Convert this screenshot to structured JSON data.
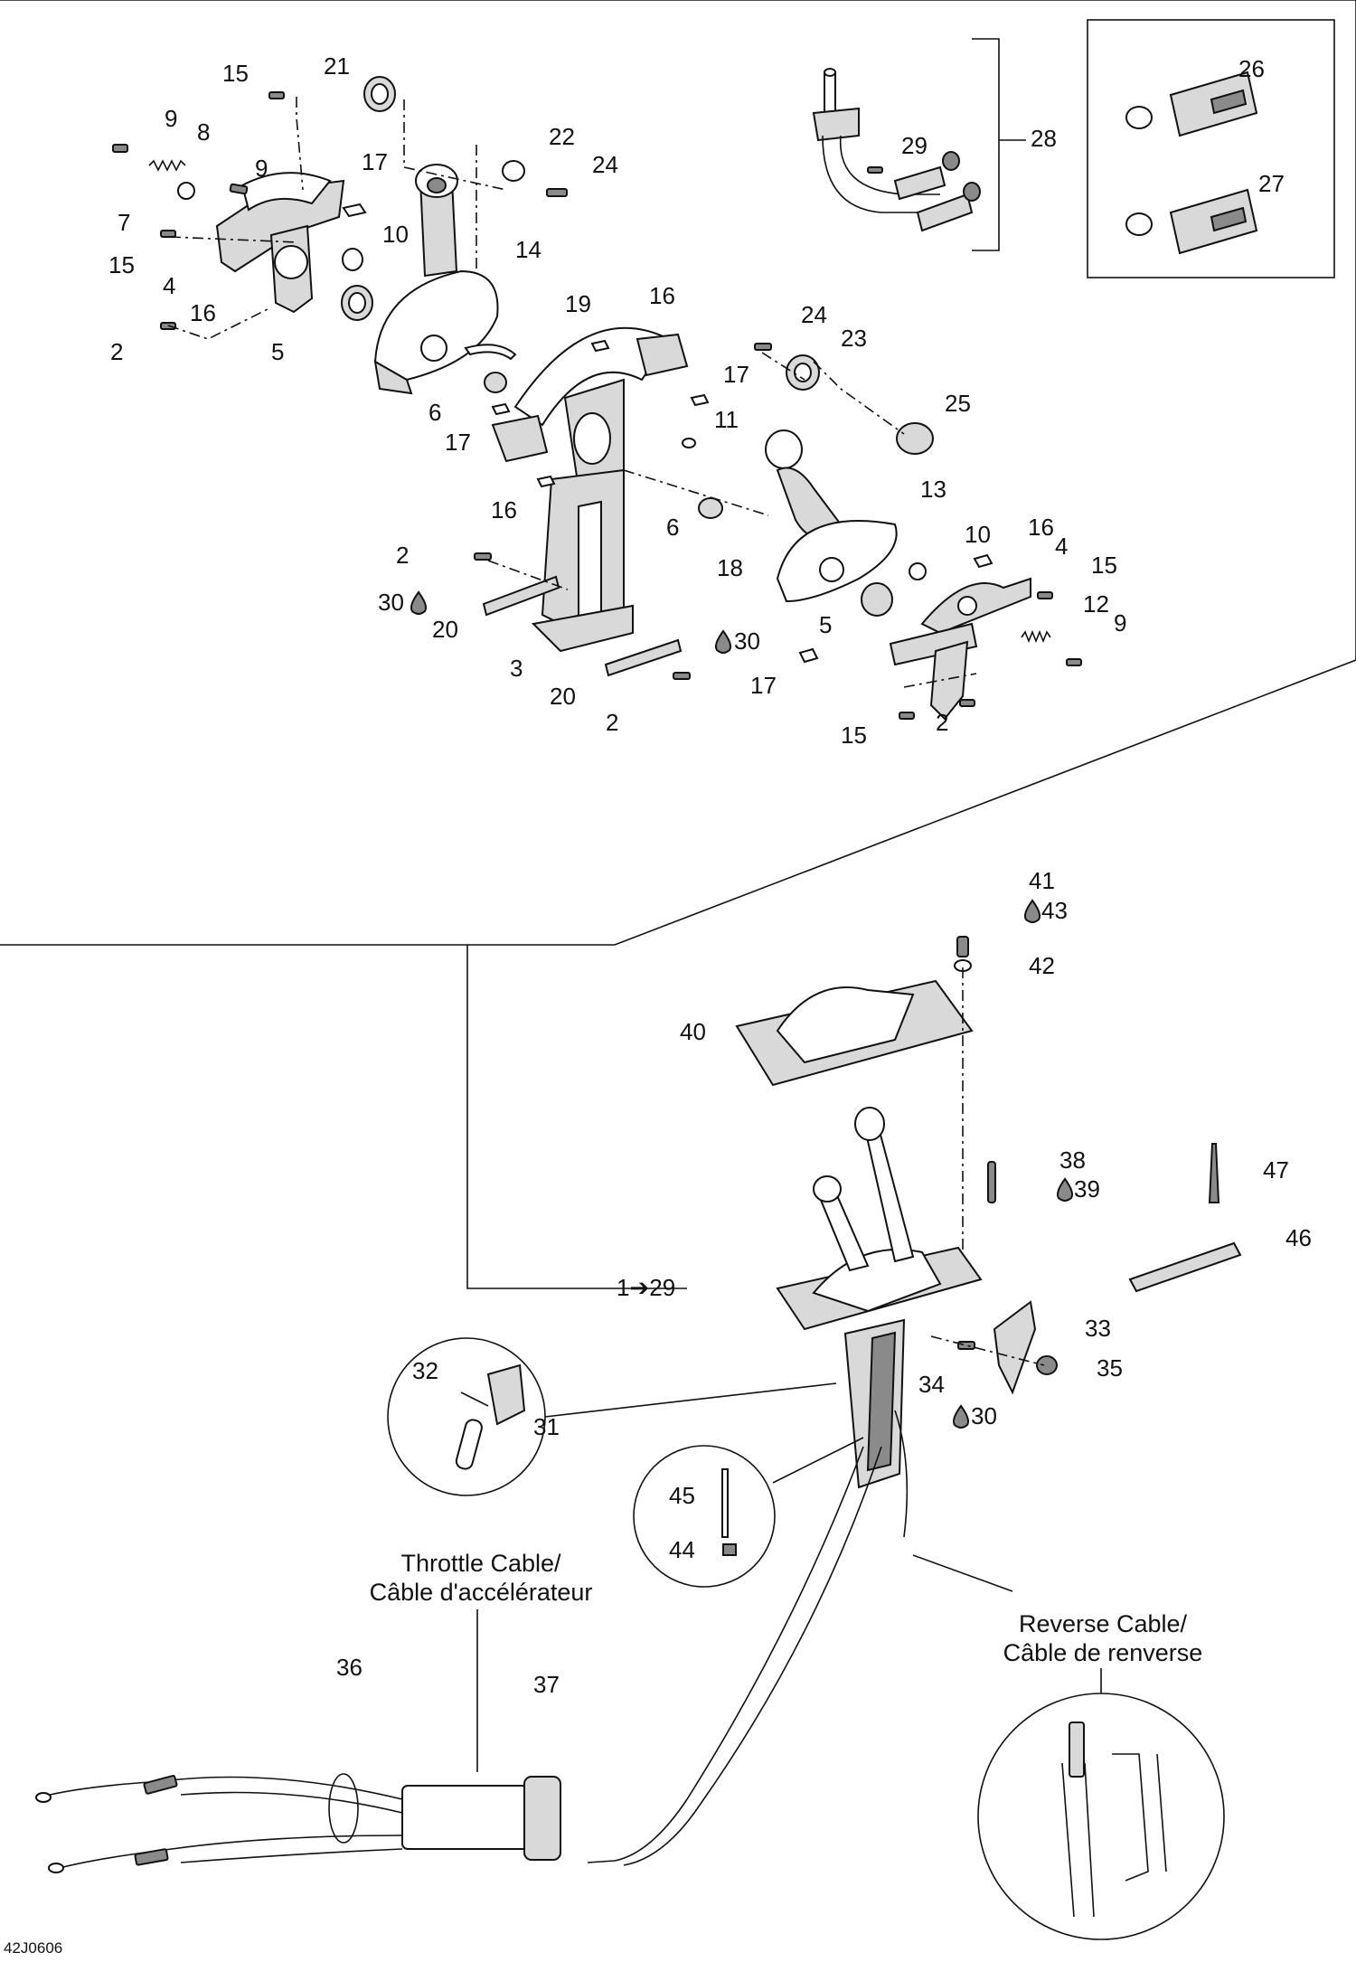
{
  "figure_code": "42J0606",
  "captions": {
    "throttle": [
      "Throttle Cable/",
      "Câble d'accélérateur"
    ],
    "reverse": [
      "Reverse Cable/",
      "Câble de renverse"
    ]
  },
  "callouts": [
    {
      "id": "c1",
      "text": "15"
    },
    {
      "id": "c2",
      "text": "21"
    },
    {
      "id": "c3",
      "text": "9"
    },
    {
      "id": "c4",
      "text": "8"
    },
    {
      "id": "c5",
      "text": "22"
    },
    {
      "id": "c6",
      "text": "24"
    },
    {
      "id": "c7",
      "text": "9"
    },
    {
      "id": "c8",
      "text": "17"
    },
    {
      "id": "c9",
      "text": "7"
    },
    {
      "id": "c10",
      "text": "10"
    },
    {
      "id": "c11",
      "text": "15"
    },
    {
      "id": "c12",
      "text": "14"
    },
    {
      "id": "c13",
      "text": "4"
    },
    {
      "id": "c14",
      "text": "16"
    },
    {
      "id": "c15",
      "text": "2"
    },
    {
      "id": "c16",
      "text": "5"
    },
    {
      "id": "c17",
      "text": "19"
    },
    {
      "id": "c18",
      "text": "16"
    },
    {
      "id": "c19",
      "text": "24"
    },
    {
      "id": "c20",
      "text": "23"
    },
    {
      "id": "c21",
      "text": "17"
    },
    {
      "id": "c22",
      "text": "6"
    },
    {
      "id": "c23",
      "text": "17"
    },
    {
      "id": "c24",
      "text": "11"
    },
    {
      "id": "c25",
      "text": "25"
    },
    {
      "id": "c26",
      "text": "16"
    },
    {
      "id": "c27",
      "text": "13"
    },
    {
      "id": "c28",
      "text": "6"
    },
    {
      "id": "c29",
      "text": "18"
    },
    {
      "id": "c30",
      "text": "10"
    },
    {
      "id": "c31",
      "text": "16"
    },
    {
      "id": "c32",
      "text": "4"
    },
    {
      "id": "c33",
      "text": "15"
    },
    {
      "id": "c34",
      "text": "2"
    },
    {
      "id": "c35",
      "text": "30"
    },
    {
      "id": "c36",
      "text": "20"
    },
    {
      "id": "c37",
      "text": "5"
    },
    {
      "id": "c38",
      "text": "12"
    },
    {
      "id": "c39",
      "text": "9"
    },
    {
      "id": "c40",
      "text": "3"
    },
    {
      "id": "c41",
      "text": "30"
    },
    {
      "id": "c42",
      "text": "20"
    },
    {
      "id": "c43",
      "text": "17"
    },
    {
      "id": "c44",
      "text": "2"
    },
    {
      "id": "c45",
      "text": "15"
    },
    {
      "id": "c46",
      "text": "2"
    },
    {
      "id": "c47",
      "text": "29"
    },
    {
      "id": "c48",
      "text": "28"
    },
    {
      "id": "c49",
      "text": "26"
    },
    {
      "id": "c50",
      "text": "27"
    },
    {
      "id": "c51",
      "text": "41"
    },
    {
      "id": "c52",
      "text": "43"
    },
    {
      "id": "c53",
      "text": "42"
    },
    {
      "id": "c54",
      "text": "40"
    },
    {
      "id": "c55",
      "text": "38"
    },
    {
      "id": "c56",
      "text": "39"
    },
    {
      "id": "c57",
      "text": "47"
    },
    {
      "id": "c58",
      "text": "46"
    },
    {
      "id": "c59",
      "text": "1➔29"
    },
    {
      "id": "c60",
      "text": "33"
    },
    {
      "id": "c61",
      "text": "35"
    },
    {
      "id": "c62",
      "text": "34"
    },
    {
      "id": "c63",
      "text": "30"
    },
    {
      "id": "c64",
      "text": "32"
    },
    {
      "id": "c65",
      "text": "31"
    },
    {
      "id": "c66",
      "text": "45"
    },
    {
      "id": "c67",
      "text": "44"
    },
    {
      "id": "c68",
      "text": "36"
    },
    {
      "id": "c69",
      "text": "37"
    }
  ]
}
